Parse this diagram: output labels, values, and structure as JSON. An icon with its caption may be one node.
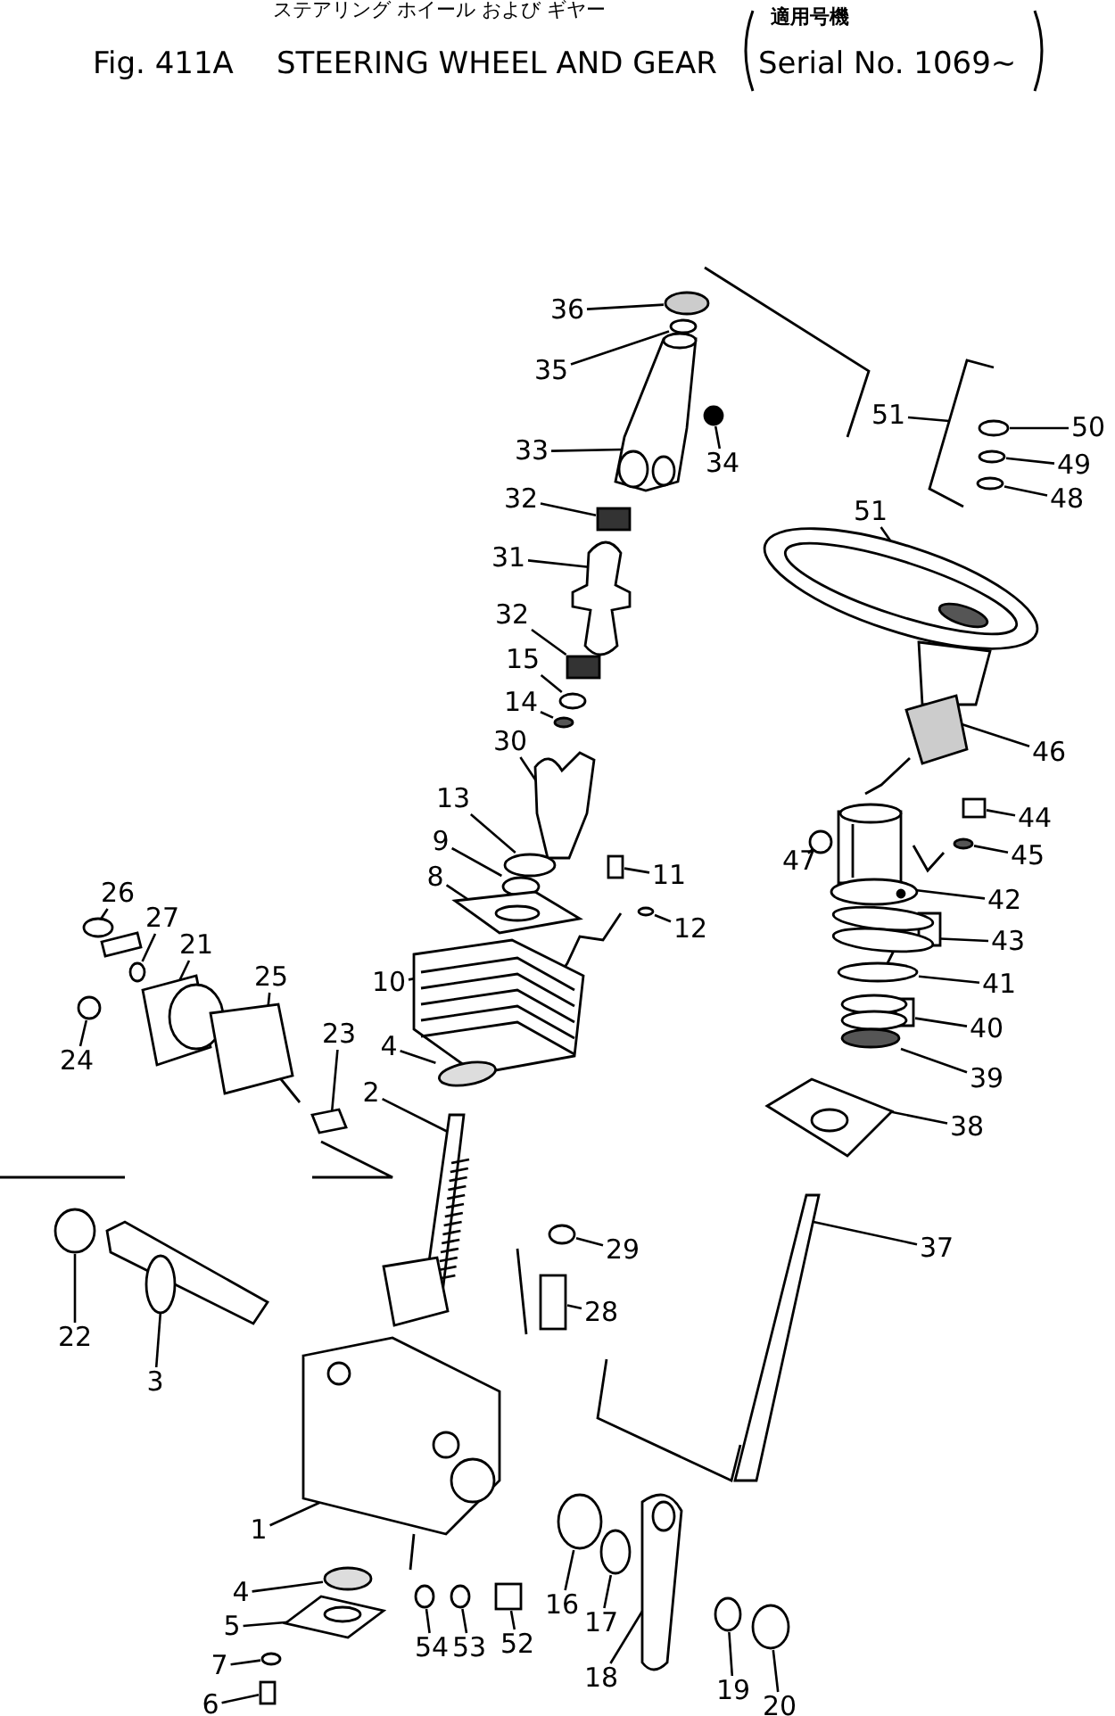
{
  "diagram": {
    "title": "STEERING WHEEL AND GEAR",
    "labels": [
      "ステアリング ホイール および ギヤー",
      "Fig. 411A",
      "適用号機",
      "Serial No. 1069~"
    ],
    "nodes": [
      {
        "text": [
          "36"
        ]
      },
      {
        "text": [
          "35"
        ]
      },
      {
        "text": [
          "51"
        ]
      },
      {
        "text": [
          "50"
        ]
      },
      {
        "text": [
          "33"
        ]
      },
      {
        "text": [
          "34"
        ]
      },
      {
        "text": [
          "49"
        ]
      },
      {
        "text": [
          "48"
        ]
      },
      {
        "text": [
          "32"
        ]
      },
      {
        "text": [
          "51"
        ]
      },
      {
        "text": [
          "31"
        ]
      },
      {
        "text": [
          "32"
        ]
      },
      {
        "text": [
          "15"
        ]
      },
      {
        "text": [
          "14"
        ]
      },
      {
        "text": [
          "30"
        ]
      },
      {
        "text": [
          "46"
        ]
      },
      {
        "text": [
          "13"
        ]
      },
      {
        "text": [
          "44"
        ]
      },
      {
        "text": [
          "9"
        ]
      },
      {
        "text": [
          "45"
        ]
      },
      {
        "text": [
          "47"
        ]
      },
      {
        "text": [
          "11"
        ]
      },
      {
        "text": [
          "8"
        ]
      },
      {
        "text": [
          "26"
        ]
      },
      {
        "text": [
          "42"
        ]
      },
      {
        "text": [
          "27"
        ]
      },
      {
        "text": [
          "12"
        ]
      },
      {
        "text": [
          "43"
        ]
      },
      {
        "text": [
          "21"
        ]
      },
      {
        "text": [
          "10"
        ]
      },
      {
        "text": [
          "25"
        ]
      },
      {
        "text": [
          "41"
        ]
      },
      {
        "text": [
          "23"
        ]
      },
      {
        "text": [
          "40"
        ]
      },
      {
        "text": [
          "4"
        ]
      },
      {
        "text": [
          "24"
        ]
      },
      {
        "text": [
          "39"
        ]
      },
      {
        "text": [
          "2"
        ]
      },
      {
        "text": [
          "38"
        ]
      },
      {
        "text": [
          "29"
        ]
      },
      {
        "text": [
          "37"
        ]
      },
      {
        "text": [
          "28"
        ]
      },
      {
        "text": [
          "22"
        ]
      },
      {
        "text": [
          "3"
        ]
      },
      {
        "text": [
          "1"
        ]
      },
      {
        "text": [
          "4"
        ]
      },
      {
        "text": [
          "16"
        ]
      },
      {
        "text": [
          "17"
        ]
      },
      {
        "text": [
          "5"
        ]
      },
      {
        "text": [
          "54"
        ]
      },
      {
        "text": [
          "53"
        ]
      },
      {
        "text": [
          "52"
        ]
      },
      {
        "text": [
          "7"
        ]
      },
      {
        "text": [
          "18"
        ]
      },
      {
        "text": [
          "19"
        ]
      },
      {
        "text": [
          "6"
        ]
      },
      {
        "text": [
          "20"
        ]
      },
      {
        "text": [],
        "shape": "circle"
      },
      {
        "text": [],
        "shape": "circle"
      },
      {
        "text": [],
        "shape": "picture"
      },
      {
        "text": [],
        "shape": "circle"
      },
      {
        "text": [],
        "shape": "picture"
      },
      {
        "text": [],
        "shape": "circle"
      },
      {
        "text": [],
        "shape": "circle"
      },
      {
        "text": [],
        "shape": "circle"
      },
      {
        "text": [],
        "shape": "box"
      },
      {
        "text": [],
        "shape": "picture"
      },
      {
        "text": [],
        "shape": "picture"
      },
      {
        "text": [],
        "shape": "box"
      },
      {
        "text": [],
        "shape": "circle"
      },
      {
        "text": [],
        "shape": "circle"
      },
      {
        "text": [],
        "shape": "picture"
      },
      {
        "text": [],
        "shape": "picture"
      },
      {
        "text": [],
        "shape": "circle"
      },
      {
        "text": [],
        "shape": "box"
      },
      {
        "text": [],
        "shape": "circle"
      },
      {
        "text": [],
        "shape": "circle"
      },
      {
        "text": [],
        "shape": "circle"
      },
      {
        "text": [],
        "shape": "box"
      },
      {
        "text": [],
        "shape": "picture"
      },
      {
        "text": [],
        "shape": "picture"
      },
      {
        "text": [],
        "shape": "picture"
      },
      {
        "text": [],
        "shape": "circle"
      },
      {
        "text": [],
        "shape": "circle"
      },
      {
        "text": [],
        "shape": "picture"
      },
      {
        "text": [],
        "shape": "picture"
      },
      {
        "text": [],
        "shape": "picture"
      },
      {
        "text": [],
        "shape": "picture"
      },
      {
        "text": [],
        "shape": "circle"
      },
      {
        "text": [],
        "shape": "picture"
      },
      {
        "text": [],
        "shape": "picture"
      },
      {
        "text": [],
        "shape": "circle"
      },
      {
        "text": [],
        "shape": "circle"
      },
      {
        "text": [],
        "shape": "circle"
      },
      {
        "text": [],
        "shape": "picture"
      },
      {
        "text": [],
        "shape": "picture"
      },
      {
        "text": [],
        "shape": "circle"
      },
      {
        "text": [],
        "shape": "picture"
      },
      {
        "text": [],
        "shape": "box"
      },
      {
        "text": [],
        "shape": "circle"
      },
      {
        "text": [],
        "shape": "picture"
      },
      {
        "text": [],
        "shape": "picture"
      },
      {
        "text": [],
        "shape": "circle"
      },
      {
        "text": [],
        "shape": "circle"
      },
      {
        "text": [],
        "shape": "circle"
      },
      {
        "text": [],
        "shape": "picture"
      },
      {
        "text": [],
        "shape": "circle"
      },
      {
        "text": [],
        "shape": "circle"
      },
      {
        "text": [],
        "shape": "box"
      },
      {
        "text": [],
        "shape": "circle"
      },
      {
        "text": [],
        "shape": "picture"
      },
      {
        "text": [],
        "shape": "circle"
      },
      {
        "text": [],
        "shape": "box"
      },
      {
        "text": [],
        "shape": "circle"
      }
    ],
    "edges": [
      {
        "from": 0,
        "to": 57,
        "arrow": "none"
      },
      {
        "from": 1,
        "to": 58,
        "arrow": "none"
      },
      {
        "from": 2,
        "to": 59,
        "arrow": "none"
      },
      {
        "from": 3,
        "to": 60,
        "arrow": "none"
      },
      {
        "from": 4,
        "to": 61,
        "arrow": "none"
      },
      {
        "from": 5,
        "to": 62,
        "arrow": "none"
      },
      {
        "from": 6,
        "to": 63,
        "arrow": "none"
      },
      {
        "from": 7,
        "to": 64,
        "arrow": "none"
      },
      {
        "from": 8,
        "to": 65,
        "arrow": "none"
      },
      {
        "from": 9,
        "to": 66,
        "arrow": "none"
      },
      {
        "from": 10,
        "to": 67,
        "arrow": "none"
      },
      {
        "from": 11,
        "to": 68,
        "arrow": "none"
      },
      {
        "from": 12,
        "to": 69,
        "arrow": "none"
      },
      {
        "from": 13,
        "to": 70,
        "arrow": "none"
      },
      {
        "from": 14,
        "to": 71,
        "arrow": "none"
      },
      {
        "from": 15,
        "to": 72,
        "arrow": "none"
      },
      {
        "from": 16,
        "to": 73,
        "arrow": "none"
      },
      {
        "from": 17,
        "to": 74,
        "arrow": "none"
      },
      {
        "from": 18,
        "to": 75,
        "arrow": "none"
      },
      {
        "from": 19,
        "to": 76,
        "arrow": "none"
      },
      {
        "from": 20,
        "to": 77,
        "arrow": "none"
      },
      {
        "from": 21,
        "to": 78,
        "arrow": "none"
      },
      {
        "from": 22,
        "to": 79,
        "arrow": "none"
      },
      {
        "from": 23,
        "to": 80,
        "arrow": "none"
      },
      {
        "from": 24,
        "to": 81,
        "arrow": "none"
      },
      {
        "from": 25,
        "to": 82,
        "arrow": "none"
      },
      {
        "from": 26,
        "to": 83,
        "arrow": "none"
      },
      {
        "from": 27,
        "to": 84,
        "arrow": "none"
      },
      {
        "from": 28,
        "to": 85,
        "arrow": "none"
      },
      {
        "from": 29,
        "to": 86,
        "arrow": "none"
      },
      {
        "from": 30,
        "to": 87,
        "arrow": "none"
      },
      {
        "from": 31,
        "to": 88,
        "arrow": "none"
      },
      {
        "from": 32,
        "to": 89,
        "arrow": "none"
      },
      {
        "from": 33,
        "to": 90,
        "arrow": "none"
      },
      {
        "from": 34,
        "to": 91,
        "arrow": "none"
      },
      {
        "from": 35,
        "to": 92,
        "arrow": "none"
      },
      {
        "from": 36,
        "to": 93,
        "arrow": "none"
      },
      {
        "from": 37,
        "to": 94,
        "arrow": "none"
      },
      {
        "from": 38,
        "to": 95,
        "arrow": "none"
      },
      {
        "from": 39,
        "to": 96,
        "arrow": "none"
      },
      {
        "from": 40,
        "to": 97,
        "arrow": "none"
      },
      {
        "from": 41,
        "to": 98,
        "arrow": "none"
      },
      {
        "from": 42,
        "to": 99,
        "arrow": "none"
      },
      {
        "from": 43,
        "to": 100,
        "arrow": "none"
      },
      {
        "from": 44,
        "to": 101,
        "arrow": "none"
      },
      {
        "from": 45,
        "to": 102,
        "arrow": "none"
      },
      {
        "from": 46,
        "to": 103,
        "arrow": "none"
      },
      {
        "from": 47,
        "to": 104,
        "arrow": "none"
      },
      {
        "from": 48,
        "to": 105,
        "arrow": "none"
      },
      {
        "from": 49,
        "to": 106,
        "arrow": "none"
      },
      {
        "from": 50,
        "to": 107,
        "arrow": "none"
      },
      {
        "from": 51,
        "to": 108,
        "arrow": "none"
      },
      {
        "from": 52,
        "to": 109,
        "arrow": "none"
      },
      {
        "from": 53,
        "to": 110,
        "arrow": "none"
      },
      {
        "from": 54,
        "to": 111,
        "arrow": "none"
      },
      {
        "from": 55,
        "to": 112,
        "arrow": "none"
      },
      {
        "from": 56,
        "to": 113,
        "arrow": "none"
      }
    ]
  }
}
